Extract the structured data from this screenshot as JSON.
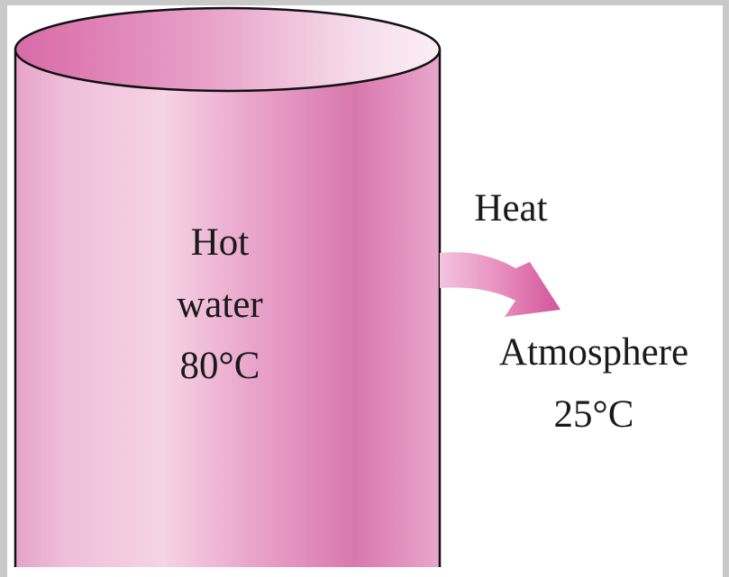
{
  "tank": {
    "label_line1": "Hot",
    "label_line2": "water",
    "label_line3": "80°C"
  },
  "heat_flow": {
    "label": "Heat"
  },
  "surroundings": {
    "label_line1": "Atmosphere",
    "label_line2": "25°C"
  },
  "colors": {
    "tank_light": "#f7d9ea",
    "tank_mid": "#e89ac4",
    "tank_dark": "#d56aa8",
    "arrow": "#d9609f",
    "outline": "#111111",
    "frame": "#c9c9c9"
  }
}
